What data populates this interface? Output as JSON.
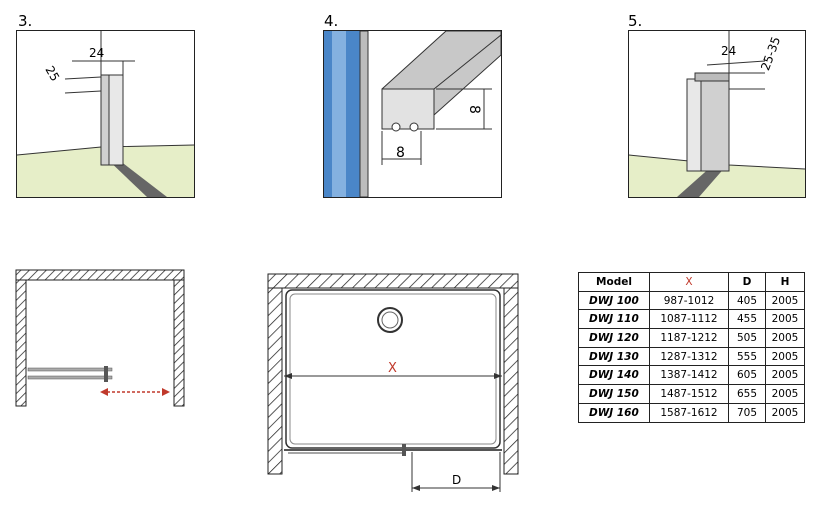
{
  "steps": [
    {
      "number": "3.",
      "dims": [
        "25",
        "24"
      ]
    },
    {
      "number": "4.",
      "dims": [
        "8",
        "8"
      ]
    },
    {
      "number": "5.",
      "dims": [
        "24",
        "25-35"
      ]
    }
  ],
  "plan_labels": {
    "x": "X",
    "d": "D"
  },
  "colors": {
    "floor": "#e6eec8",
    "accent": "#c0392b",
    "glass": "#4a86c8",
    "profile": "#c8c8c8"
  },
  "table": {
    "headers": [
      "Model",
      "X",
      "D",
      "H"
    ],
    "rows": [
      [
        "DWJ 100",
        "987-1012",
        "405",
        "2005"
      ],
      [
        "DWJ 110",
        "1087-1112",
        "455",
        "2005"
      ],
      [
        "DWJ 120",
        "1187-1212",
        "505",
        "2005"
      ],
      [
        "DWJ 130",
        "1287-1312",
        "555",
        "2005"
      ],
      [
        "DWJ 140",
        "1387-1412",
        "605",
        "2005"
      ],
      [
        "DWJ 150",
        "1487-1512",
        "655",
        "2005"
      ],
      [
        "DWJ 160",
        "1587-1612",
        "705",
        "2005"
      ]
    ]
  }
}
